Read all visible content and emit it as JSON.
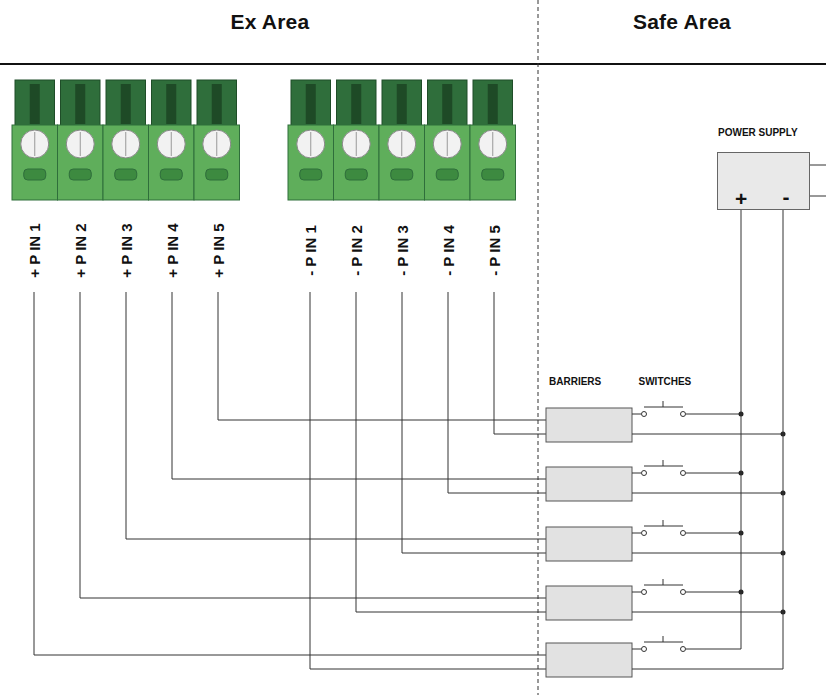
{
  "diagram": {
    "nodes": [
      {
        "text": [
          "POWER SUPPLY",
          "+",
          "-"
        ]
      }
    ],
    "labels": [
      "Ex Area",
      "Safe Area",
      "+ P IN 1",
      "+ P IN 2",
      "+ P IN 3",
      "+ P IN 4",
      "+ P IN 5",
      "- P IN 1",
      "- P IN 2",
      "- P IN 3",
      "- P IN 4",
      "- P IN 5",
      "BARRIERS",
      "SWITCHES"
    ]
  }
}
